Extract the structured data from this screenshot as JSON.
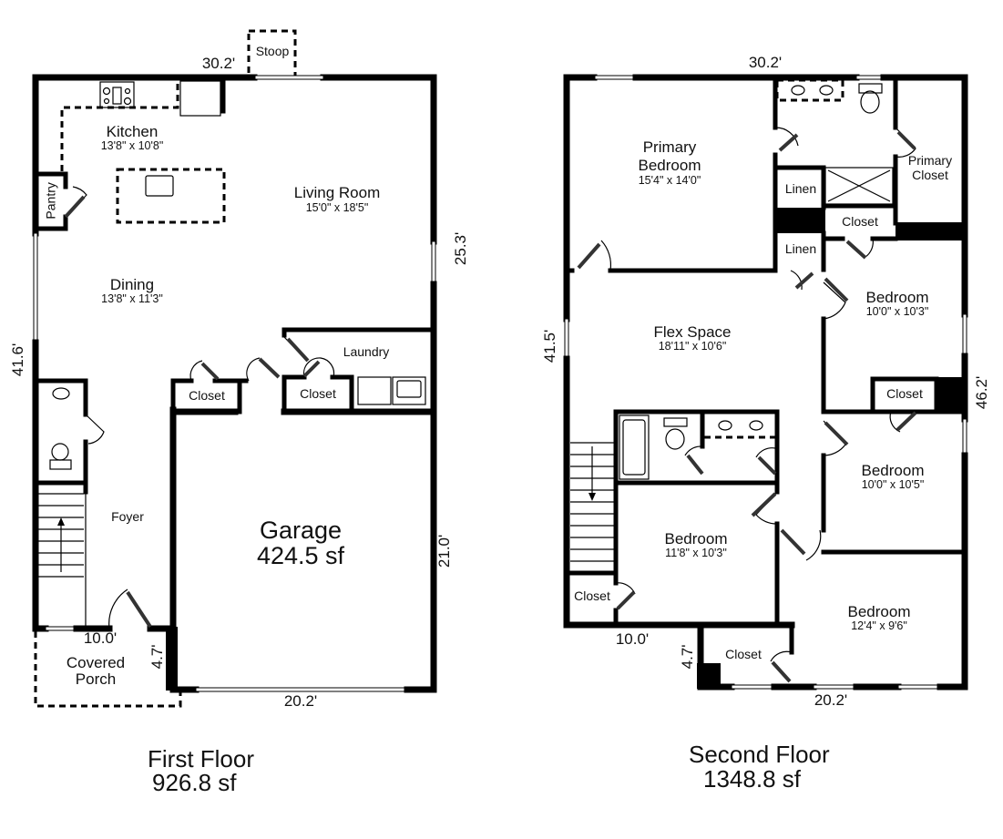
{
  "first_floor": {
    "title": "First Floor",
    "area": "926.8 sf",
    "dimensions": {
      "top": "30.2'",
      "left": "41.6'",
      "right_upper": "25.3'",
      "right_lower": "21.0'",
      "porch_width": "10.0'",
      "porch_depth": "4.7'",
      "garage_width": "20.2'"
    },
    "rooms": {
      "stoop": "Stoop",
      "kitchen": {
        "name": "Kitchen",
        "size": "13'8\" x 10'8\""
      },
      "pantry": "Pantry",
      "living_room": {
        "name": "Living Room",
        "size": "15'0\" x 18'5\""
      },
      "dining": {
        "name": "Dining",
        "size": "13'8\" x 11'3\""
      },
      "laundry": "Laundry",
      "closet_left": "Closet",
      "closet_right": "Closet",
      "foyer": "Foyer",
      "garage": {
        "name": "Garage",
        "area": "424.5 sf"
      },
      "covered_porch": {
        "line1": "Covered",
        "line2": "Porch"
      }
    }
  },
  "second_floor": {
    "title": "Second Floor",
    "area": "1348.8 sf",
    "dimensions": {
      "top": "30.2'",
      "left": "41.5'",
      "right": "46.2'",
      "bottom_left": "10.0'",
      "step": "4.7'",
      "bottom_right": "20.2'"
    },
    "rooms": {
      "primary_bedroom": {
        "line1": "Primary",
        "line2": "Bedroom",
        "size": "15'4\" x 14'0\""
      },
      "primary_closet": {
        "line1": "Primary",
        "line2": "Closet"
      },
      "linen_upper": "Linen",
      "linen_lower": "Linen",
      "closet_center": "Closet",
      "bedroom_ne": {
        "name": "Bedroom",
        "size": "10'0\" x 10'3\""
      },
      "flex_space": {
        "name": "Flex Space",
        "size": "18'11\" x 10'6\""
      },
      "closet_east": "Closet",
      "bedroom_e": {
        "name": "Bedroom",
        "size": "10'0\" x 10'5\""
      },
      "bedroom_w": {
        "name": "Bedroom",
        "size": "11'8\" x 10'3\""
      },
      "closet_sw": "Closet",
      "bedroom_se": {
        "name": "Bedroom",
        "size": "12'4\" x 9'6\""
      },
      "closet_s": "Closet"
    }
  }
}
